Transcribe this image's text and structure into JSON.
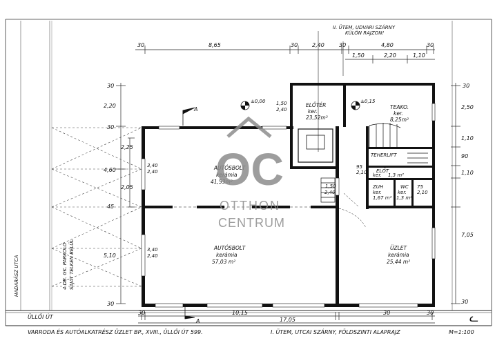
{
  "title_block": {
    "left": "VARRODA ÉS AUTÓALKATRÉSZ ÜZLET BP., XVIII., ÜLLŐI ÚT 599.",
    "right": "I. ÜTEM, UTCAI SZÁRNY, FÖLDSZINTI ALAPRAJZ",
    "scale": "M=1:100"
  },
  "note_top": [
    "II. ÜTEM, UDVARI SZÁRNY",
    "KÜLÖN RAJZON!"
  ],
  "street_labels": {
    "ulloi": "ÜLLŐI ÚT",
    "hadarasz": "HADARÁSZ UTCA",
    "parking": [
      "4 DB. GK. PARKOLÓ",
      "SAJÁT TELKEN BELÜL"
    ]
  },
  "section_marker": "A",
  "watermark": {
    "initials": "OC",
    "line1": "OTTHON",
    "line2": "CENTRUM"
  },
  "top_dims_row1": [
    "30",
    "8,65",
    "30",
    "2,40",
    "30",
    "4,80",
    "30"
  ],
  "top_dims_row2": [
    "1,50",
    "2,20",
    "1,10"
  ],
  "bottom_dims": [
    "30",
    "10,15",
    "30",
    "17,05",
    "30"
  ],
  "right_dims": [
    "30",
    "2,50",
    "1,10",
    "90",
    "1,10",
    "7,05",
    "30"
  ],
  "left_dims": [
    "30",
    "2,20",
    "30",
    "2,25",
    "4,60",
    "2,05",
    "45",
    "5,10",
    "30"
  ],
  "levels": [
    "±0,00",
    "±0,15"
  ],
  "rooms": [
    {
      "name": "AUTÓSBOLT",
      "floor": "kerámia",
      "area": "41,53m²",
      "opening_a": "3,40",
      "opening_b": "2,40"
    },
    {
      "name": "AUTÓSBOLT",
      "floor": "kerámia",
      "area": "57,03 m²",
      "opening_a": "3,40",
      "opening_b": "2,40"
    },
    {
      "name": "ELŐTÉR",
      "floor": "ker.",
      "area": "23,52m²",
      "opening_a": "1,50",
      "opening_b": "2,40"
    },
    {
      "name": "TEAKO.",
      "floor": "ker.",
      "area": "8,25m²"
    },
    {
      "name": "ÜZLET",
      "floor": "kerámia",
      "area": "25,44 m²"
    }
  ],
  "small_rooms": [
    {
      "name": "TEHERLIFT"
    },
    {
      "name": "ELŐT",
      "floor": "ker.",
      "area": "1,3 m²"
    },
    {
      "name": "WC",
      "floor": "ker.",
      "area": "1,3 m²"
    },
    {
      "name": "ZUH",
      "floor": "ker.",
      "area": "1,67 m²"
    }
  ],
  "door_dims": [
    {
      "a": "1,50",
      "b": "2,40"
    },
    {
      "a": "95",
      "b": "2,10"
    },
    {
      "a": "75",
      "b": "2,10"
    }
  ],
  "signature": "ᓚ"
}
